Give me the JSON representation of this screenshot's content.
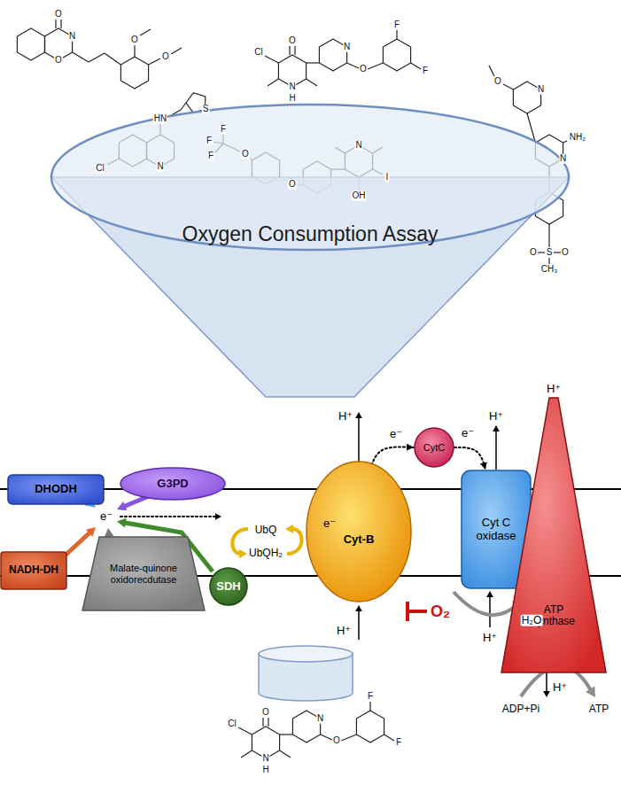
{
  "diagram": {
    "nodes": [
      {
        "text": [
          "Oxygen Consumption Assay"
        ]
      },
      {
        "text": [
          "DHODH"
        ]
      },
      {
        "text": [
          "G3PD"
        ]
      },
      {
        "text": [
          "NADH-DH"
        ]
      },
      {
        "text": [
          "Malate-quinone oxidorecdutase"
        ]
      },
      {
        "text": [
          "SDH"
        ]
      },
      {
        "text": [
          "e⁻",
          "Cyt-B"
        ]
      },
      {
        "text": [
          "CytC"
        ]
      },
      {
        "text": [
          "Cyt C oxidase"
        ]
      },
      {
        "text": [
          "ATP synthase"
        ]
      }
    ],
    "edges": [
      {
        "from": 6,
        "to": 7,
        "arrow": "to",
        "label": "e⁻"
      },
      {
        "from": 7,
        "to": 8,
        "arrow": "to",
        "label": "e⁻"
      }
    ],
    "labels": [
      "H⁺",
      "H⁺",
      "H⁺",
      "H⁺",
      "H⁺",
      "H⁺",
      "e⁻",
      "UbQ",
      "UbQH₂",
      "O₂",
      "H₂O",
      "ADP+Pi",
      "ATP",
      "O",
      "N",
      "O",
      "O",
      "O",
      "O",
      "Cl",
      "N",
      "H",
      "N",
      "O",
      "F",
      "F",
      "Cl",
      "N",
      "HN",
      "S",
      "F",
      "F",
      "F",
      "O",
      "O",
      "N",
      "OH",
      "I",
      "O",
      "N",
      "NH₂",
      "N",
      "O",
      "S",
      "O",
      "CH₃",
      "O",
      "Cl",
      "N",
      "H",
      "N",
      "O",
      "F",
      "F"
    ]
  }
}
